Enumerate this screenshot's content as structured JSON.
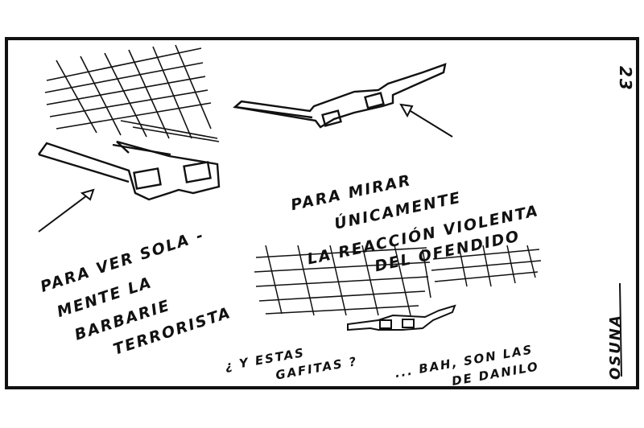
{
  "cartoon": {
    "page_number": "23",
    "caption_left": [
      "PARA VER SOLA -",
      "MENTE LA",
      "BARBARIE",
      "TERRORISTA"
    ],
    "caption_right": [
      "PARA MIRAR",
      "ÚNICAMENTE",
      "LA REACCIÓN VIOLENTA",
      "DEL OFENDIDO"
    ],
    "caption_bottom_left": [
      "¿ Y ESTAS",
      "GAFITAS ?"
    ],
    "caption_bottom_right": [
      "... BAH, SON LAS",
      "DE DANILO"
    ],
    "signature": "OSUNA"
  },
  "colors": {
    "ink": "#111111",
    "paper": "#ffffff"
  }
}
